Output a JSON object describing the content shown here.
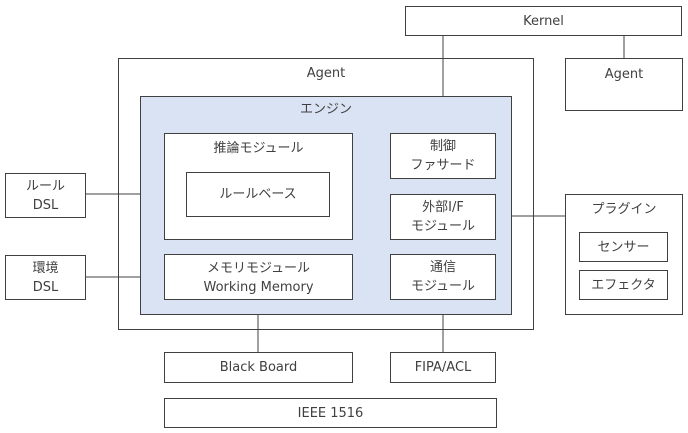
{
  "diagram": {
    "kernel": "Kernel",
    "agent_outer": "Agent",
    "agent_right": "Agent",
    "engine": "エンジン",
    "inference_module": "推論モジュール",
    "rule_base": "ルールベース",
    "memory_module_line1": "メモリモジュール",
    "memory_module_line2": "Working Memory",
    "control_line1": "制御",
    "control_line2": "ファサード",
    "external_if_line1": "外部I/F",
    "external_if_line2": "モジュール",
    "comm_line1": "通信",
    "comm_line2": "モジュール",
    "rule_dsl_line1": "ルール",
    "rule_dsl_line2": "DSL",
    "env_dsl_line1": "環境",
    "env_dsl_line2": "DSL",
    "plugin": "プラグイン",
    "sensor": "センサー",
    "effector": "エフェクタ",
    "black_board": "Black Board",
    "fipa_acl": "FIPA/ACL",
    "ieee": "IEEE 1516"
  }
}
